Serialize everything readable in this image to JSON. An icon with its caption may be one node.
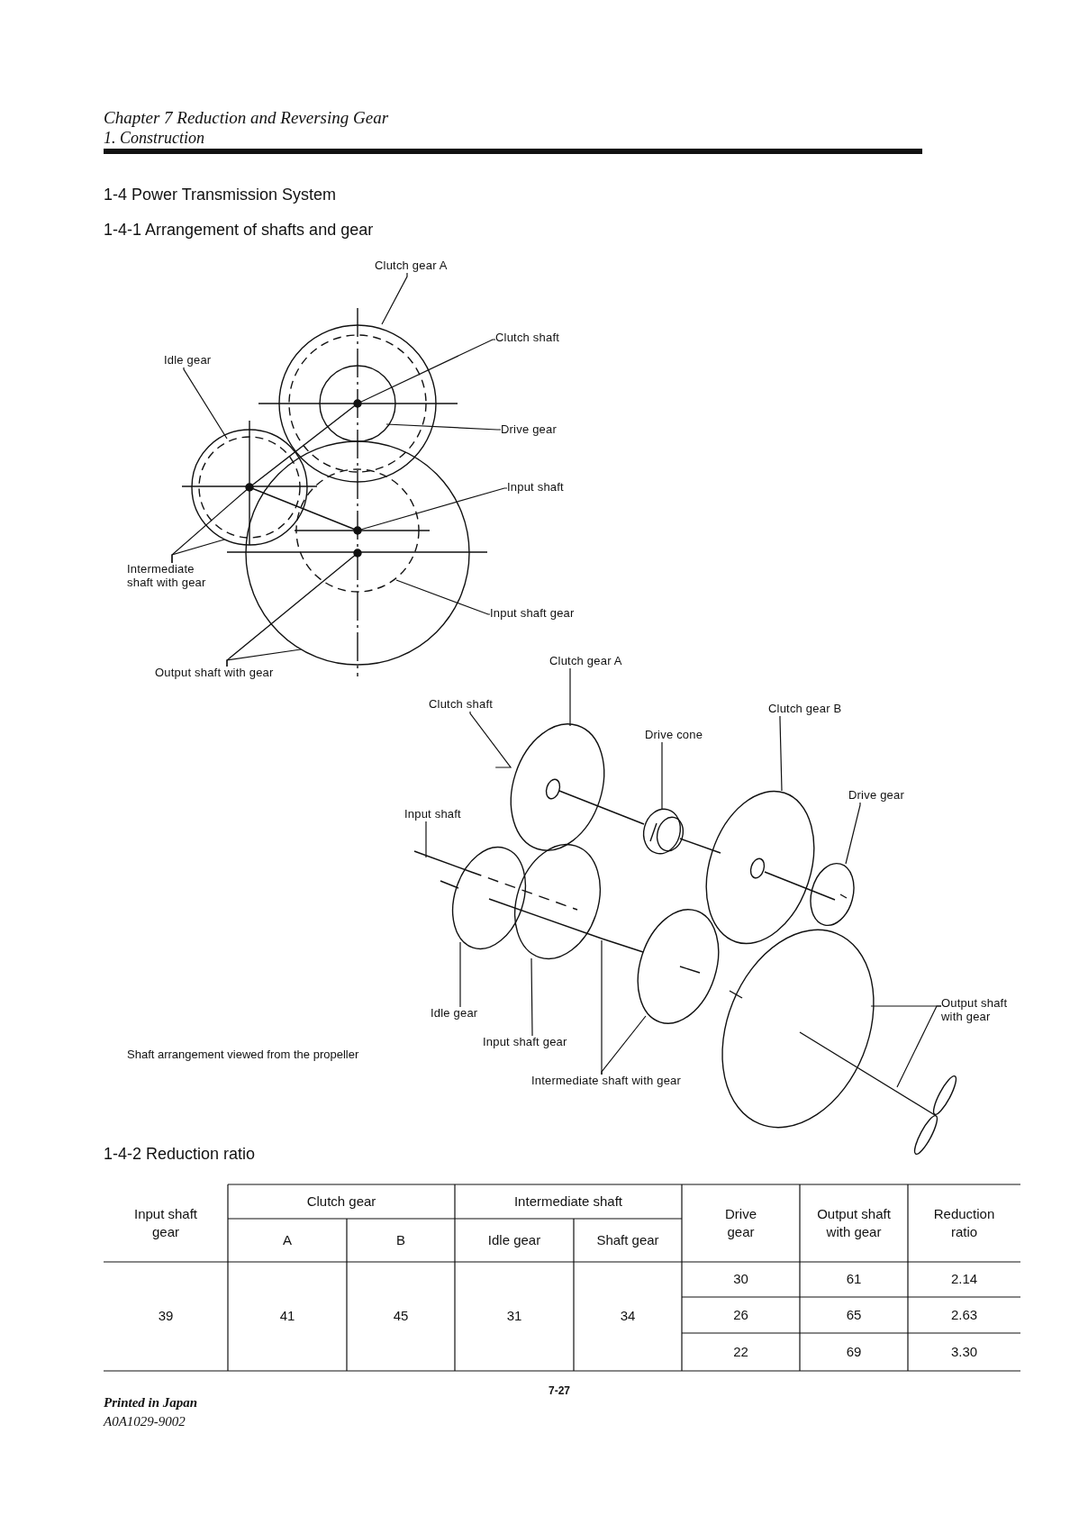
{
  "diagram": {
    "nodes": [
      {
        "text": [
          "Clutch gear A"
        ]
      },
      {
        "text": [
          "Clutch shaft"
        ]
      },
      {
        "text": [
          "Idle gear"
        ]
      },
      {
        "text": [
          "Drive gear"
        ]
      },
      {
        "text": [
          "Input shaft"
        ]
      },
      {
        "text": [
          "Intermediate shaft with gear"
        ]
      },
      {
        "text": [
          "Input shaft gear"
        ]
      },
      {
        "text": [
          "Output shaft with gear"
        ]
      },
      {
        "text": [
          "Clutch gear A"
        ]
      },
      {
        "text": [
          "Clutch shaft"
        ]
      },
      {
        "text": [
          "Drive cone"
        ]
      },
      {
        "text": [
          "Clutch gear B"
        ]
      },
      {
        "text": [
          "Drive gear"
        ]
      },
      {
        "text": [
          "Input shaft"
        ]
      },
      {
        "text": [
          "Idle gear"
        ]
      },
      {
        "text": [
          "Input shaft gear"
        ]
      },
      {
        "text": [
          "Intermediate shaft with gear"
        ]
      },
      {
        "text": [
          "Output shaft with gear"
        ]
      },
      {
        "text": [],
        "shape": "circle"
      },
      {
        "text": [],
        "shape": "circle"
      },
      {
        "text": [],
        "shape": "circle"
      },
      {
        "text": [],
        "shape": "circle"
      },
      {
        "text": [],
        "shape": "circle"
      }
    ],
    "edges": [
      {
        "from": 0,
        "to": null,
        "arrow": "none"
      },
      {
        "from": 1,
        "to": 18,
        "arrow": "none"
      },
      {
        "from": 2,
        "to": null,
        "arrow": "none"
      },
      {
        "from": 3,
        "to": null,
        "arrow": "none"
      },
      {
        "from": 4,
        "to": 20,
        "arrow": "none"
      },
      {
        "from": 5,
        "to": 19,
        "arrow": "none"
      },
      {
        "from": 5,
        "to": null,
        "arrow": "none"
      },
      {
        "from": 6,
        "to": null,
        "arrow": "none"
      },
      {
        "from": 7,
        "to": 21,
        "arrow": "none"
      },
      {
        "from": 7,
        "to": null,
        "arrow": "none"
      },
      {
        "from": 8,
        "to": 22,
        "arrow": "none"
      },
      {
        "from": 9,
        "to": 22,
        "arrow": "none"
      },
      {
        "from": 10,
        "to": null,
        "arrow": "none"
      },
      {
        "from": 11,
        "to": null,
        "arrow": "none"
      },
      {
        "from": 12,
        "to": null,
        "arrow": "none"
      },
      {
        "from": 13,
        "to": null,
        "arrow": "none"
      },
      {
        "from": 14,
        "to": null,
        "arrow": "none"
      },
      {
        "from": 15,
        "to": null,
        "arrow": "none"
      },
      {
        "from": 16,
        "to": null,
        "arrow": "none"
      },
      {
        "from": 16,
        "to": null,
        "arrow": "none"
      },
      {
        "from": 17,
        "to": null,
        "arrow": "none"
      },
      {
        "from": 17,
        "to": null,
        "arrow": "none"
      }
    ],
    "labels": [
      "Chapter 7 Reduction and Reversing Gear",
      "1. Construction",
      "1-4 Power Transmission System",
      "1-4-1 Arrangement of shafts and gear",
      "Shaft arrangement viewed from the propeller",
      "1-4-2 Reduction ratio",
      "Input shaft gear",
      "Clutch gear",
      "Intermediate shaft",
      "Drive gear",
      "Output shaft with gear",
      "Reduction ratio",
      "A",
      "B",
      "Idle gear",
      "Shaft gear",
      "30",
      "61",
      "2.14",
      "39",
      "41",
      "45",
      "31",
      "34",
      "26",
      "65",
      "2.63",
      "22",
      "69",
      "3.30",
      "7-27",
      "Printed in Japan",
      "A0A1029-9002"
    ]
  }
}
